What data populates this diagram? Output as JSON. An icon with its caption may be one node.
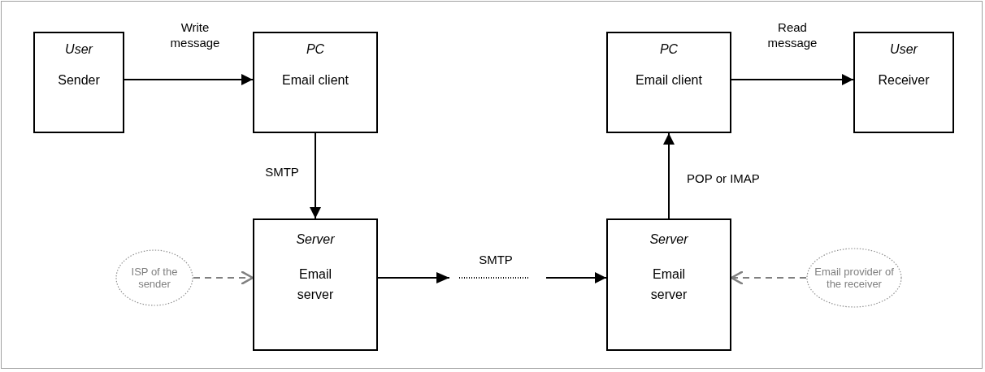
{
  "diagram": {
    "nodes": [
      {
        "text": [
          "User",
          "Sender"
        ]
      },
      {
        "text": [
          "PC",
          "Email client"
        ]
      },
      {
        "text": [
          "PC",
          "Email client"
        ]
      },
      {
        "text": [
          "User",
          "Receiver"
        ]
      },
      {
        "text": [
          "ISP of the sender"
        ]
      },
      {
        "text": [
          "Server",
          "Email server"
        ]
      },
      {
        "text": [
          "Server",
          "Email server"
        ]
      },
      {
        "text": [
          "Email provider of the receiver"
        ]
      }
    ],
    "edges": [
      {
        "from": 0,
        "to": 1,
        "arrow": "to",
        "label": "Write message"
      },
      {
        "from": 1,
        "to": 5,
        "arrow": "to",
        "label": "SMTP"
      },
      {
        "from": 5,
        "to": 6,
        "arrow": "to",
        "label": "SMTP",
        "style": "dashed"
      },
      {
        "from": 6,
        "to": 2,
        "arrow": "to",
        "label": "POP or IMAP"
      },
      {
        "from": 2,
        "to": 3,
        "arrow": "to",
        "label": "Read message"
      },
      {
        "from": 4,
        "to": 5,
        "arrow": "to",
        "style": "dashed",
        "color": "#808080"
      },
      {
        "from": 7,
        "to": 6,
        "arrow": "to",
        "style": "dashed",
        "color": "#808080"
      }
    ]
  }
}
